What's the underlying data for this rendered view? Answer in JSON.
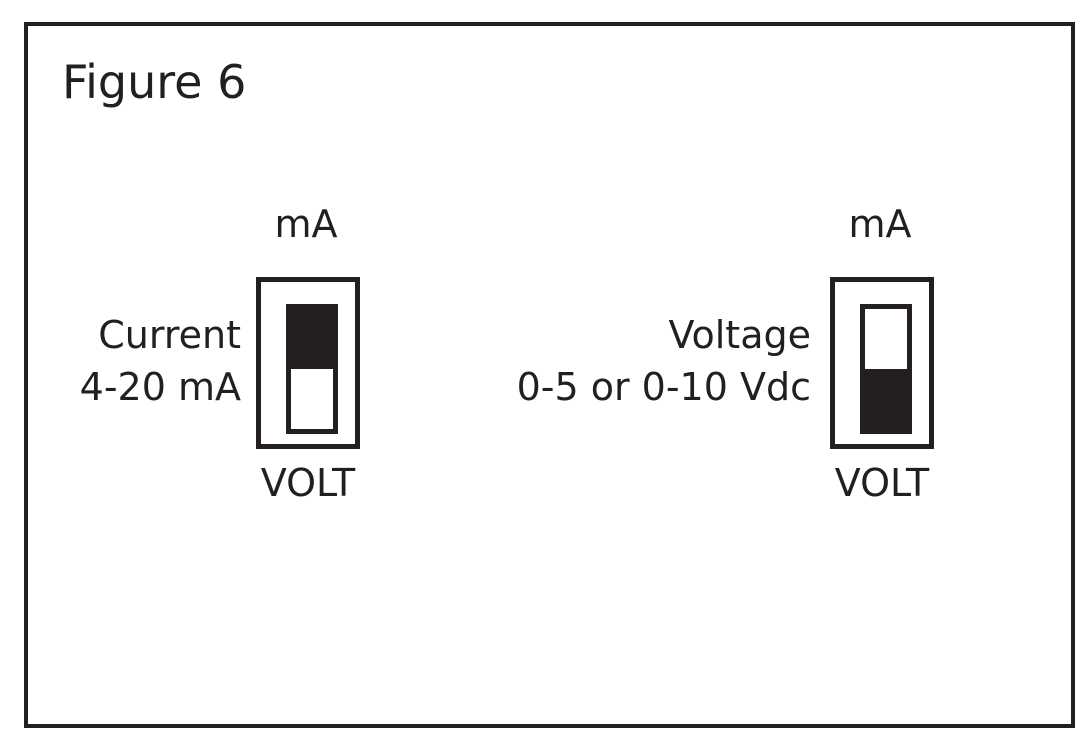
{
  "title": "Figure 6",
  "switches": [
    {
      "top_label": "mA",
      "bottom_label": "VOLT",
      "side_label_lines": [
        "Current",
        "4-20 mA"
      ],
      "position": "mA",
      "filled_fraction": 0.5
    },
    {
      "top_label": "mA",
      "bottom_label": "VOLT",
      "side_label_lines": [
        "Voltage",
        "0-5 or 0-10 Vdc"
      ],
      "position": "VOLT",
      "filled_fraction": 0.5
    }
  ],
  "colors": {
    "ink": "#231f20",
    "background": "#ffffff"
  }
}
